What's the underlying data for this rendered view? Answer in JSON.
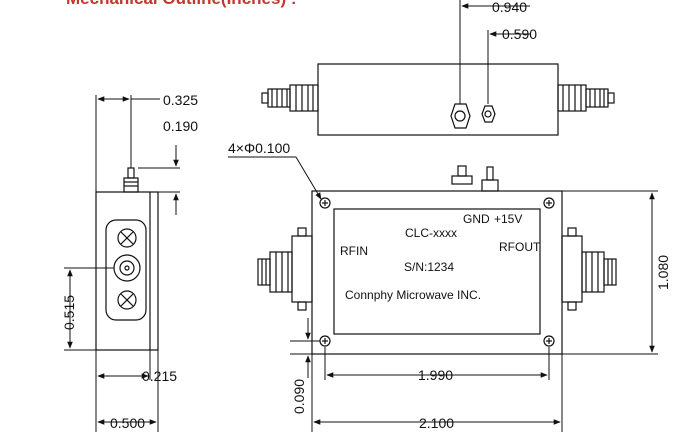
{
  "header": {
    "title": "Mechanical Outline(Inches) :"
  },
  "dimensions": {
    "d_0940": "0.940",
    "d_0590": "0.590",
    "d_0325": "0.325",
    "d_0190": "0.190",
    "d_4x": "4×Φ0.100",
    "d_0515": "0.515",
    "d_0215": "0.215",
    "d_0500": "0.500",
    "d_1080": "1.080",
    "d_1990": "1.990",
    "d_0090": "0.090",
    "d_2100": "2.100"
  },
  "label_panel": {
    "model": "CLC-xxxx",
    "gnd": "GND",
    "vplus": "+15V",
    "rfin": "RFIN",
    "rfout": "RFOUT",
    "serial": "S/N:1234",
    "company": "Connphy Microwave INC."
  }
}
